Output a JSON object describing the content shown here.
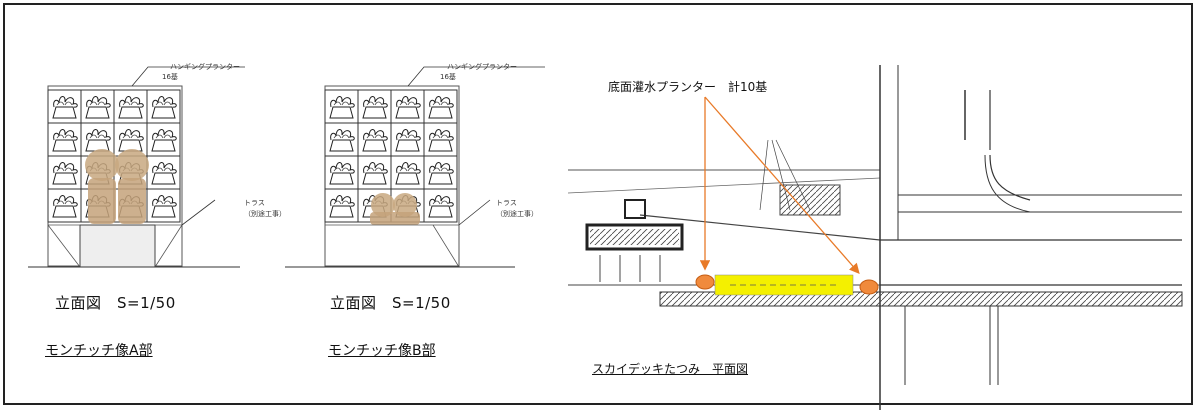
{
  "elevation_a": {
    "label_planter": "ハンギングプランター",
    "label_count": "16基",
    "label_truss": "トラス",
    "label_truss_note": "（別途工事）",
    "title": "立面図　S=1/50",
    "part": "モンチッチ像A部"
  },
  "elevation_b": {
    "label_planter": "ハンギングプランター",
    "label_count": "16基",
    "label_truss": "トラス",
    "label_truss_note": "（別途工事）",
    "title": "立面図　S=1/50",
    "part": "モンチッチ像B部"
  },
  "plan": {
    "callout": "底面灌水プランター　計10基",
    "title": "スカイデッキたつみ　平面図"
  },
  "colors": {
    "arrow": "#e87a28",
    "planter_dot": "#f08a3c",
    "planter_strip": "#f4f000",
    "statue": "#c8a880"
  }
}
